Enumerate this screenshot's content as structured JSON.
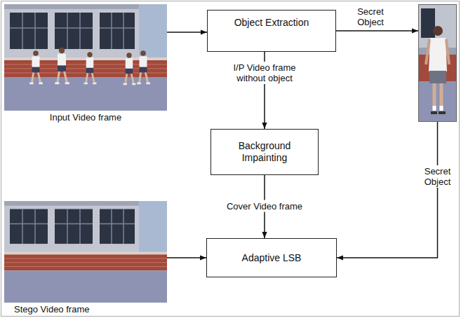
{
  "diagram": {
    "nodes": [
      {
        "text": [
          "Input Video frame"
        ]
      },
      {
        "text": [
          "Object Extraction"
        ]
      },
      {
        "text": [
          "Background Impainting"
        ]
      },
      {
        "text": [
          "Adaptive LSB"
        ]
      },
      {
        "text": [
          "Stego Video frame"
        ]
      },
      {
        "text": []
      }
    ],
    "edges": [
      {
        "from": 0,
        "to": 1,
        "arrow": "to"
      },
      {
        "from": 1,
        "to": 5,
        "label": "Secret Object",
        "arrow": "to"
      },
      {
        "from": 1,
        "to": 2,
        "label": "I/P Video frame without object",
        "arrow": "to"
      },
      {
        "from": 2,
        "to": 3,
        "label": "Cover Video frame",
        "arrow": "to"
      },
      {
        "from": 5,
        "to": 3,
        "label": "Secret Object",
        "arrow": "to"
      },
      {
        "from": 4,
        "to": 3,
        "arrow": "to"
      }
    ]
  }
}
